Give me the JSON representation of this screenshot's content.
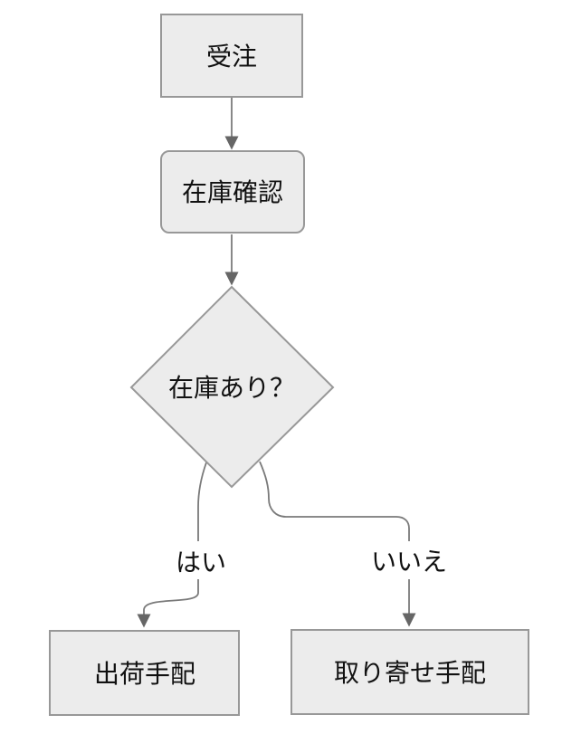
{
  "diagram": {
    "type": "flowchart",
    "direction": "top-down",
    "nodes": [
      {
        "id": "order",
        "label": "受注",
        "shape": "rectangle"
      },
      {
        "id": "stock_check",
        "label": "在庫確認",
        "shape": "rounded-rectangle"
      },
      {
        "id": "in_stock",
        "label": "在庫あり？",
        "shape": "diamond"
      },
      {
        "id": "ship",
        "label": "出荷手配",
        "shape": "rectangle"
      },
      {
        "id": "backorder",
        "label": "取り寄せ手配",
        "shape": "rectangle"
      }
    ],
    "edges": [
      {
        "from": "order",
        "to": "stock_check",
        "label": ""
      },
      {
        "from": "stock_check",
        "to": "in_stock",
        "label": ""
      },
      {
        "from": "in_stock",
        "to": "ship",
        "label": "はい"
      },
      {
        "from": "in_stock",
        "to": "backorder",
        "label": "いいえ"
      }
    ],
    "colors": {
      "background": "#ffffff",
      "node_fill": "#ececec",
      "node_border": "#989898",
      "edge_line": "#7a7a7a",
      "arrow_fill": "#666666",
      "text": "#111111"
    }
  }
}
